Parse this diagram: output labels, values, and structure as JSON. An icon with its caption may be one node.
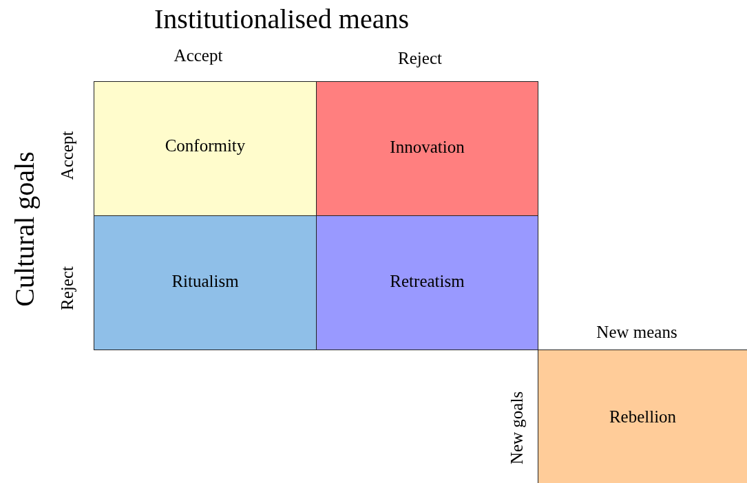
{
  "diagram": {
    "nodes": [
      {
        "text": [
          "Conformity"
        ]
      },
      {
        "text": [
          "Innovation"
        ]
      },
      {
        "text": [
          "Ritualism"
        ]
      },
      {
        "text": [
          "Retreatism"
        ]
      },
      {
        "text": [
          "Rebellion"
        ]
      }
    ],
    "labels": [
      "Institutionalised means",
      "Accept",
      "Reject",
      "Cultural goals",
      "Accept",
      "Reject",
      "New means",
      "New goals"
    ]
  }
}
